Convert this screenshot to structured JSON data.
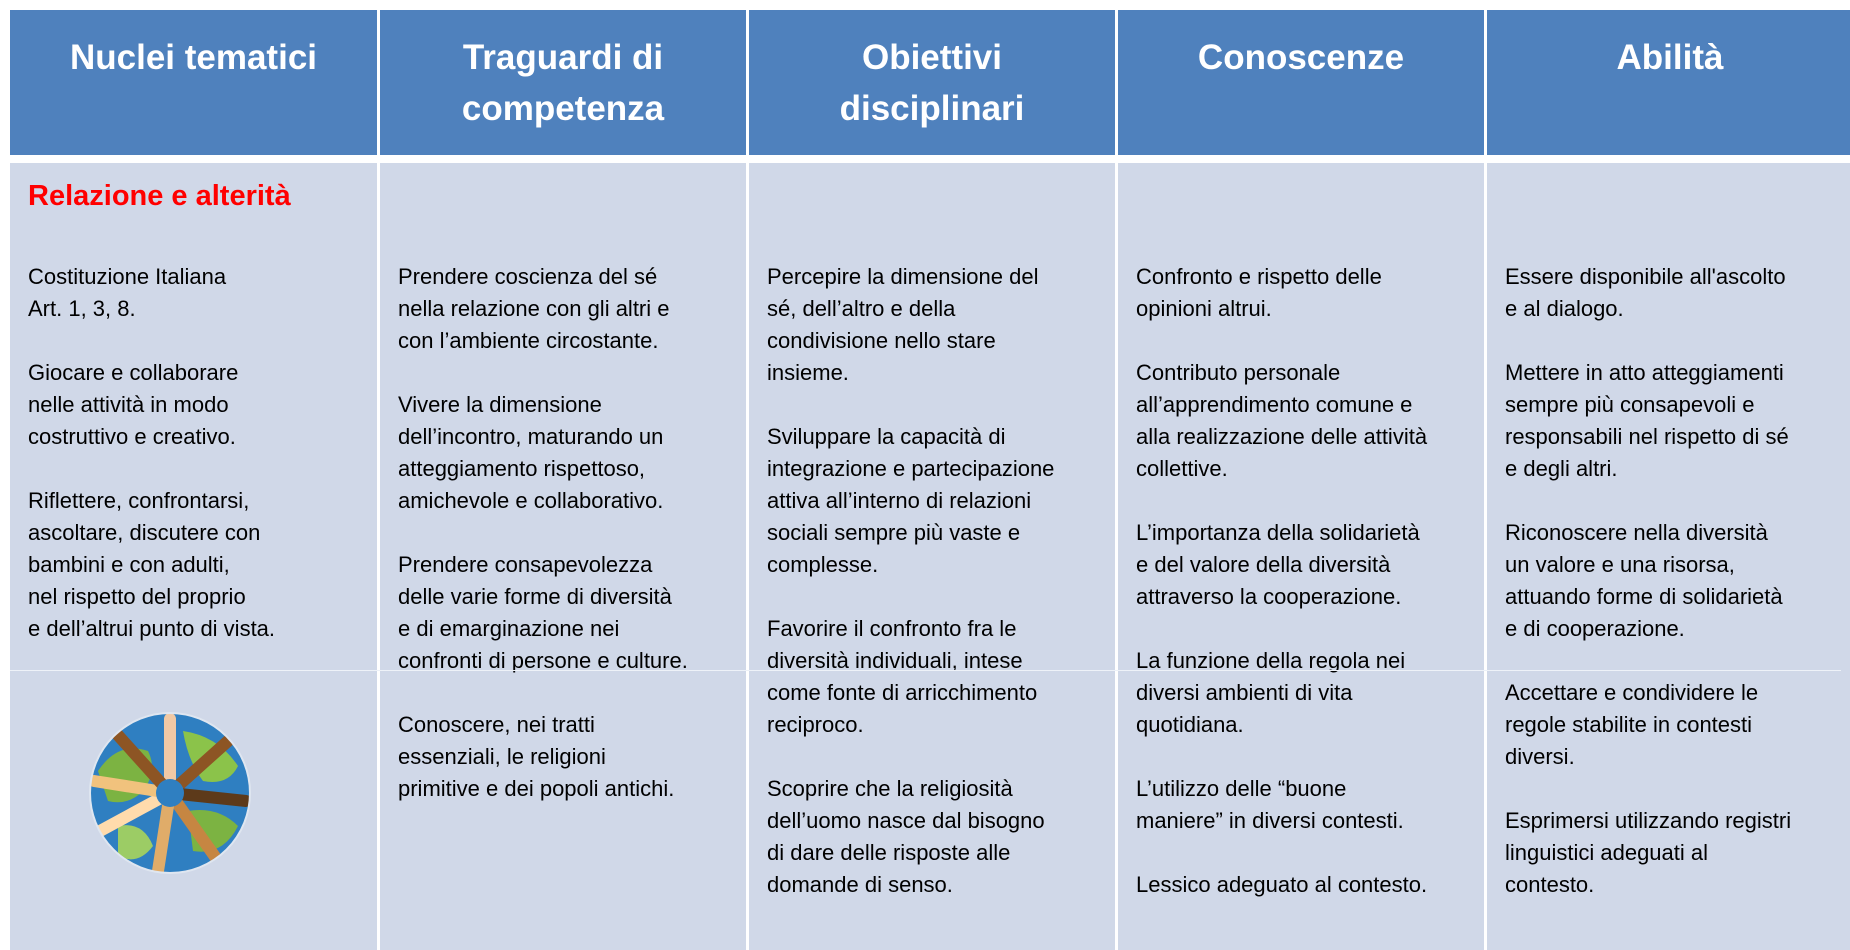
{
  "headers": [
    [
      "Nuclei tematici"
    ],
    [
      "Traguardi di",
      "competenza"
    ],
    [
      "Obiettivi",
      "disciplinari"
    ],
    [
      "Conoscenze"
    ],
    [
      "Abilità"
    ]
  ],
  "col1": {
    "theme": "Relazione e alterità",
    "paras": [
      "Costituzione Italiana\nArt. 1, 3, 8.",
      "Giocare e collaborare\nnelle attività in modo\ncostruttivo e creativo.",
      "Riflettere, confrontarsi,\nascoltare, discutere con\nbambini e con adulti,\nnel rispetto del proprio\ne dell’altrui punto di vista."
    ]
  },
  "col2": {
    "paras": [
      "Prendere coscienza del sé\nnella relazione con gli altri e\ncon l’ambiente circostante.",
      "Vivere la dimensione\ndell’incontro, maturando un\natteggiamento rispettoso,\namichevole e collaborativo.",
      "Prendere consapevolezza\ndelle varie forme di diversità\ne di emarginazione nei\nconfronti di persone e culture.",
      "Conoscere, nei tratti\nessenziali, le religioni\nprimitive e dei popoli antichi."
    ]
  },
  "col3": {
    "paras": [
      "Percepire la dimensione del\nsé, dell’altro e della\ncondivisione nello stare\ninsieme.",
      "Sviluppare la capacità di\nintegrazione e partecipazione\nattiva all’interno di relazioni\nsociali sempre più vaste e\ncomplesse.",
      "Favorire il confronto fra le\ndiversità individuali, intese\ncome fonte di arricchimento\nreciproco.",
      "Scoprire che la religiosità\ndell’uomo nasce dal bisogno\ndi dare delle risposte alle\ndomande di senso."
    ]
  },
  "col4": {
    "paras": [
      "Confronto e rispetto delle\nopinioni altrui.",
      "Contributo personale\nall’apprendimento comune e\nalla realizzazione delle attività\ncollettive.",
      "L’importanza della solidarietà\ne del valore della diversità\nattraverso la cooperazione.",
      "La funzione della regola nei\ndiversi ambienti di vita\nquotidiana.",
      "L’utilizzo delle “buone\nmaniere” in diversi contesti.",
      "Lessico adeguato al contesto."
    ]
  },
  "col5": {
    "paras": [
      "Essere disponibile all'ascolto\ne al dialogo.",
      "Mettere in atto atteggiamenti\nsempre più consapevoli e\nresponsabili nel rispetto di sé\ne degli altri.",
      "Riconoscere nella diversità\nun valore e una risorsa,\nattuando forme di solidarietà\ne di cooperazione.",
      "Accettare e condividere le\nregole stabilite in contesti\ndiversi.",
      "Esprimersi utilizzando registri\nlinguistici adeguati al\ncontesto."
    ]
  },
  "colors": {
    "header_bg": "#4f81bd",
    "body_bg": "#d0d8e8",
    "theme_text": "#ff0000"
  },
  "icons": {
    "globe": "globe-hands-icon"
  }
}
